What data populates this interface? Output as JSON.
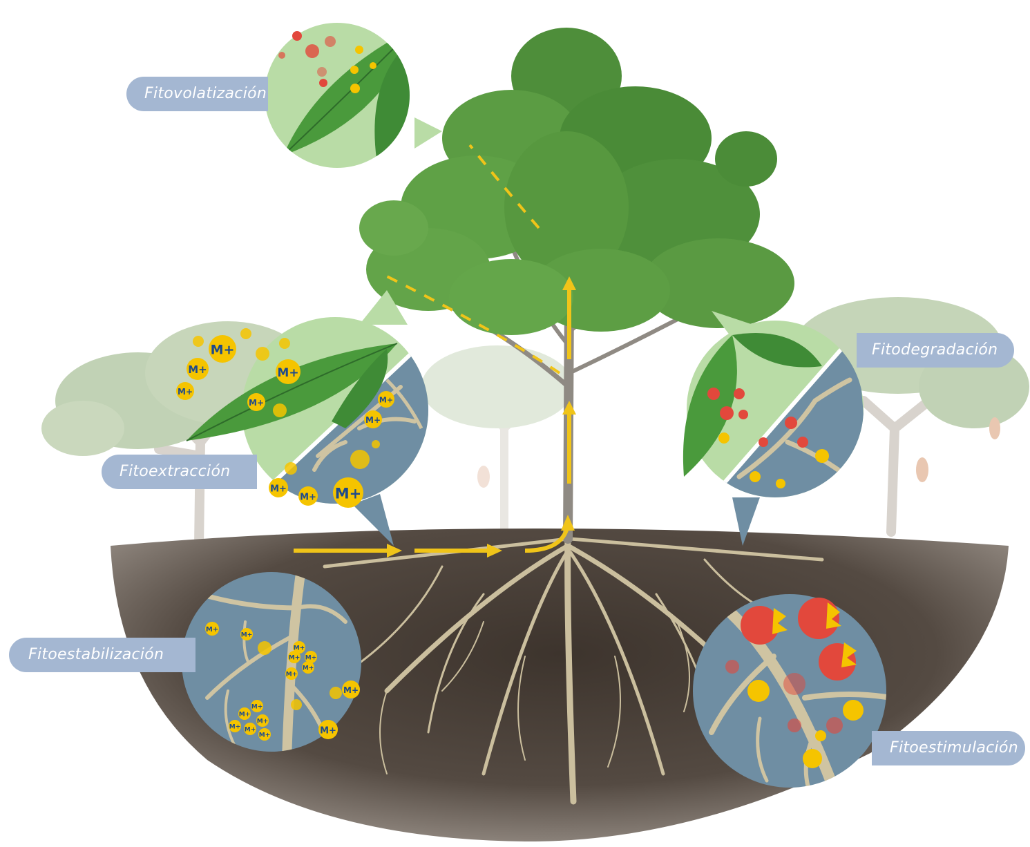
{
  "labels": {
    "fitovolatizacion": "Fitovolatización",
    "fitoextraccion": "Fitoextracción",
    "fitodegradacion": "Fitodegradación",
    "fitoestabilizacion": "Fitoestabilización",
    "fitoestimulacion": "Fitoestimulación"
  },
  "metal_ion_symbol": "M+",
  "colors": {
    "label_bg": "#a4b7d2",
    "label_text": "#ffffff",
    "metal_particle": "#f5c400",
    "metal_text": "#1d4a8c",
    "contaminant": "#e2483c",
    "soil": "#514840",
    "leaf": "#4a9a3c",
    "inset_sky": "#b9dca6",
    "inset_soil": "#6f8ea3",
    "root": "#cfc4a2",
    "flow_arrow": "#f0c419"
  },
  "icons": [
    "tree",
    "leaf",
    "root",
    "metal-ion",
    "contaminant-molecule",
    "flow-arrow"
  ]
}
